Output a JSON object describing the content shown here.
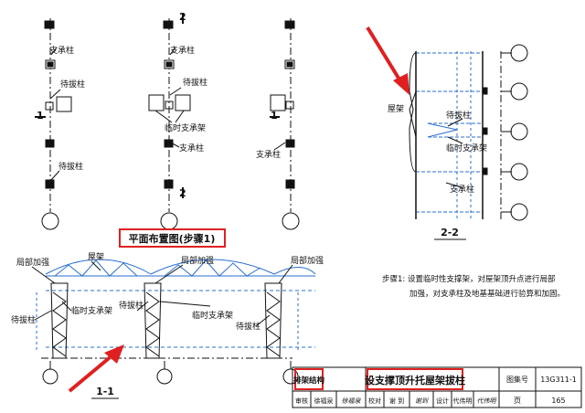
{
  "colors": {
    "accent_red": "#e02020",
    "blue": "#2a6fd0",
    "ink": "#111111",
    "dim": "#555555"
  },
  "labels": {
    "support_column": "支承柱",
    "pull_column": "待拔柱",
    "temp_frame": "临时支承架",
    "roof_frame": "屋架",
    "local_reinforce": "局部加强",
    "mark_1": "1",
    "mark_2": "2"
  },
  "titles": {
    "plan": "平面布置图(步骤1)",
    "section_11": "1-1",
    "section_22": "2-2"
  },
  "note": {
    "line1": "步骤1: 设置临时性支撑架，对屋架顶升点进行局部",
    "line2": "加强，对支承柱及地基基础进行验算和加固。"
  },
  "title_block": {
    "category": "排架结构",
    "title": "设支撑顶升托屋架拔柱",
    "atlas_label": "图集号",
    "atlas_no": "13G311-1",
    "page_label": "页",
    "page_no": "165",
    "sign_row": [
      "审核",
      "徐福泉",
      "徐福泉",
      "校对",
      "谢 到",
      "谢到",
      "设计",
      "代伟明",
      "代伟明"
    ]
  }
}
